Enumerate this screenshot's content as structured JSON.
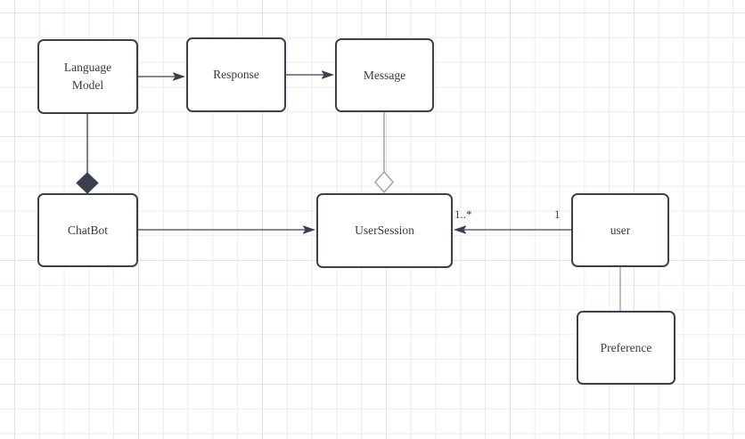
{
  "diagram": {
    "kind": "uml-class-diagram",
    "nodes": {
      "language_model": {
        "label": "Language Model"
      },
      "response": {
        "label": "Response"
      },
      "message": {
        "label": "Message"
      },
      "chatbot": {
        "label": "ChatBot"
      },
      "user_session": {
        "label": "UserSession"
      },
      "user": {
        "label": "user"
      },
      "preference": {
        "label": "Preference"
      }
    },
    "edges": [
      {
        "from": "Language Model",
        "to": "Response",
        "type": "directed-arrow"
      },
      {
        "from": "Response",
        "to": "Message",
        "type": "directed-arrow"
      },
      {
        "from": "Language Model",
        "to": "ChatBot",
        "type": "composition",
        "diamond_at": "ChatBot"
      },
      {
        "from": "Message",
        "to": "UserSession",
        "type": "aggregation",
        "diamond_at": "UserSession"
      },
      {
        "from": "ChatBot",
        "to": "UserSession",
        "type": "directed-arrow"
      },
      {
        "from": "user",
        "to": "UserSession",
        "type": "directed-arrow",
        "source_label": "1",
        "target_label": "1..*"
      },
      {
        "from": "user",
        "to": "Preference",
        "type": "association"
      }
    ],
    "colors": {
      "node_fill": "#ffffff",
      "node_border": "#3a414d",
      "edge_dark": "#3a414d",
      "edge_light": "#9fa4aa",
      "text": "#3b3b3b",
      "canvas_background": "#ffffff",
      "grid_minor": "#ececec",
      "grid_major": "#e0e2e4"
    }
  }
}
